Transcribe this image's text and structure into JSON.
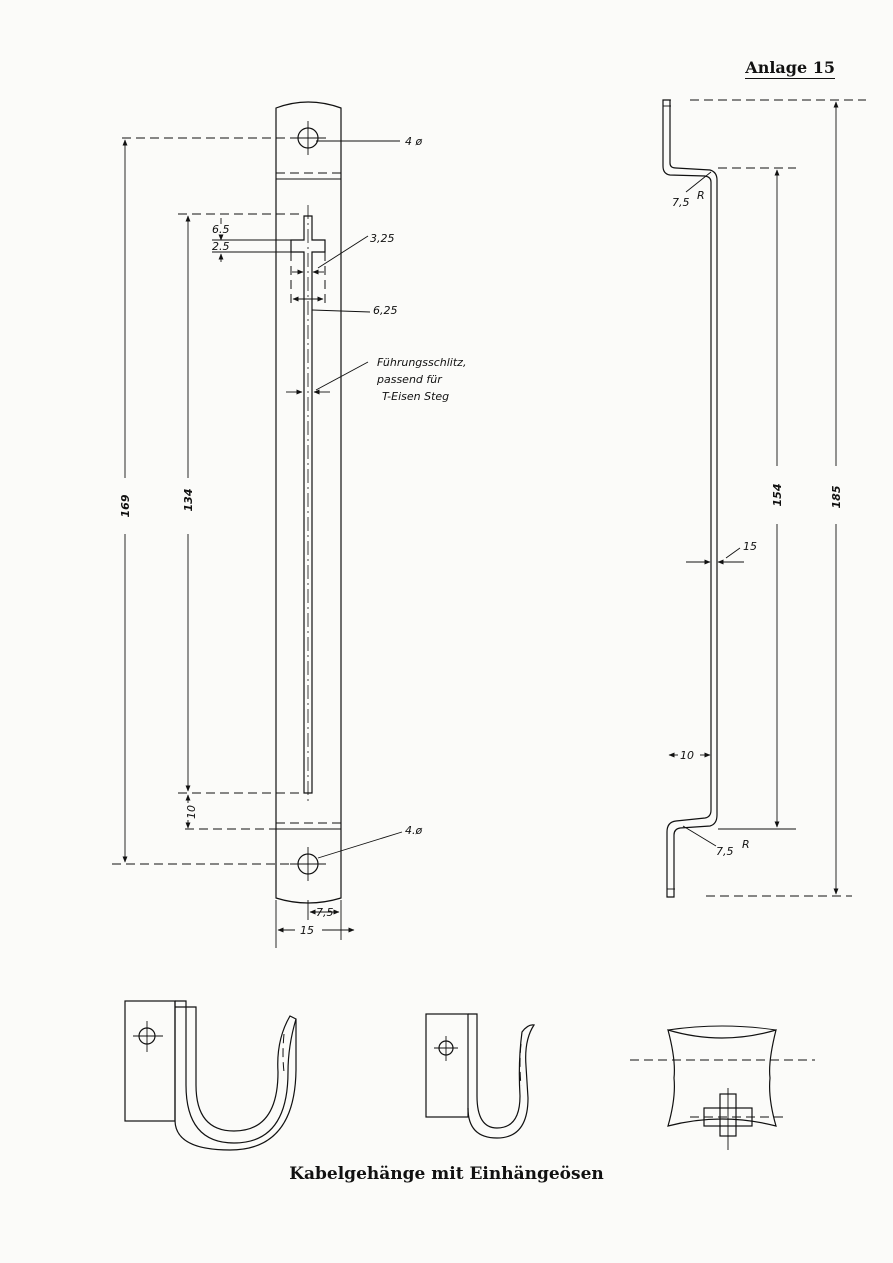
{
  "sheet_label": "Anlage 15",
  "caption": "Kabelgehänge mit Einhängeösen",
  "front_view": {
    "hole_top": "4 ø",
    "hole_bottom": "4.ø",
    "dim_total_height": "169",
    "dim_slot_length": "134",
    "dim_bottom_offset": "10",
    "dim_slot_head_top": "6.5",
    "dim_slot_head_height": "2.5",
    "dim_slot_width": "3,25",
    "dim_slot_head_width": "6,25",
    "guide_slot_note": [
      "Führungsschlitz,",
      "passend für",
      "T-Eisen Steg"
    ],
    "dim_half_width": "7,5",
    "dim_width": "15"
  },
  "side_view": {
    "radius_top": "7,5",
    "radius_bottom": "7,5",
    "radius_suffix": "R",
    "dim_inner_height": "154",
    "dim_total_height": "185",
    "dim_thickness": "15",
    "dim_offset": "10"
  }
}
